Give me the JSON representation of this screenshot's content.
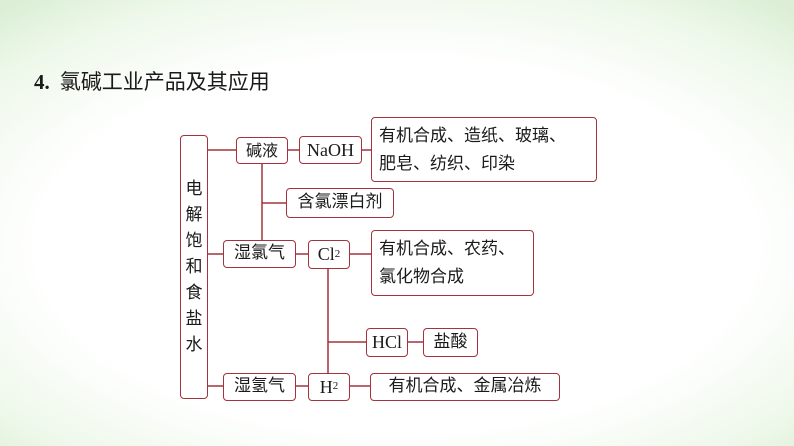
{
  "title": {
    "number": "4.",
    "text": "氯碱工业产品及其应用"
  },
  "diagram": {
    "root": [
      "电",
      "解",
      "饱",
      "和",
      "食",
      "盐",
      "水"
    ],
    "alkali": "碱液",
    "naoh": "NaOH",
    "naoh_uses": [
      "有机合成、造纸、玻璃、",
      "肥皂、纺织、印染"
    ],
    "bleach": "含氯漂白剂",
    "wet_chlorine": "湿氯气",
    "cl2": {
      "symbol": "Cl",
      "sub": "2"
    },
    "cl2_uses": [
      "有机合成、农药、",
      "氯化物合成"
    ],
    "hcl": "HCl",
    "hydrochloric_acid": "盐酸",
    "wet_hydrogen": "湿氢气",
    "h2": {
      "symbol": "H",
      "sub": "2"
    },
    "h2_uses": "有机合成、金属冶炼",
    "line_color": "#a3333d"
  }
}
